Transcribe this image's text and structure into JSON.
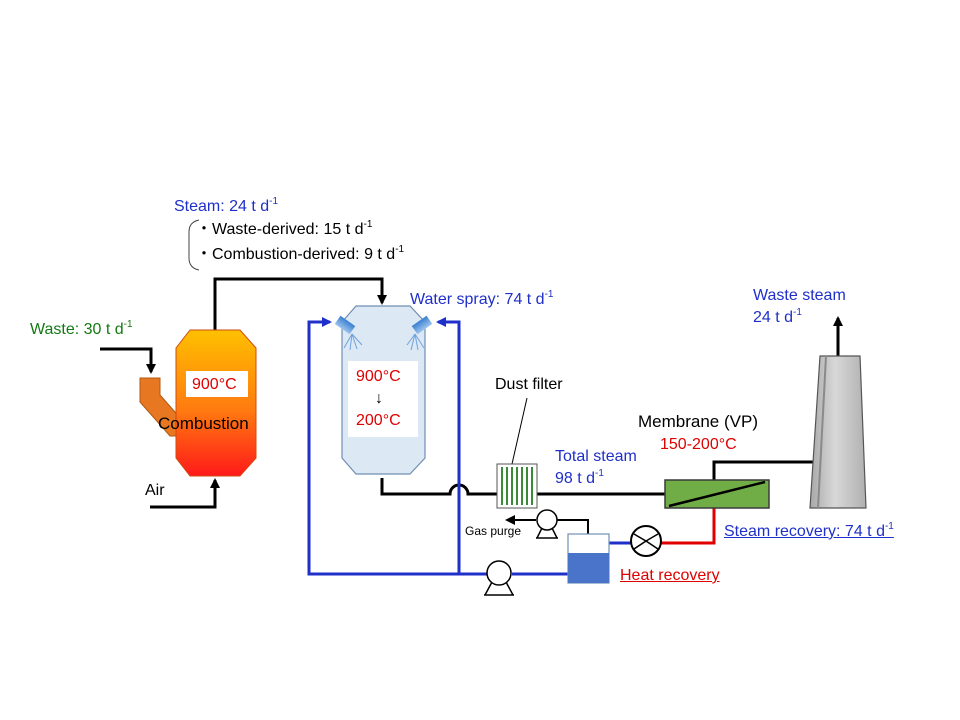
{
  "colors": {
    "steam_blue": "#1f2fc9",
    "waste_green": "#137a13",
    "heat_red": "#e00000",
    "membrane_green": "#70ad47",
    "water_blue": "#4a74c9",
    "vessel_fill": "#dde8f5",
    "stack_grey": "#c9c9c9"
  },
  "steam": {
    "label": "Steam: 24 t d",
    "waste_derived": "・Waste-derived: 15 t d",
    "combustion_derived": "・Combustion-derived: 9 t d"
  },
  "waste": {
    "label": "Waste: 30 t d"
  },
  "air": {
    "label": "Air"
  },
  "combustor": {
    "temp": "900°C",
    "label": "Combustion"
  },
  "quench": {
    "temp_in": "900°C",
    "arrow": "↓",
    "temp_out": "200°C"
  },
  "water_spray": {
    "label": "Water spray: 74 t d"
  },
  "dust_filter": {
    "label": "Dust filter"
  },
  "total_steam": {
    "line1": "Total steam",
    "line2": "98 t d"
  },
  "membrane": {
    "label": "Membrane  (VP)",
    "temp": "150-200°C"
  },
  "waste_steam": {
    "line1": "Waste steam",
    "line2": "24 t d"
  },
  "gas_purge": {
    "label": "Gas purge"
  },
  "steam_recovery": {
    "label": "Steam recovery: 74 t d"
  },
  "heat_recovery": {
    "label": "Heat recovery"
  },
  "unit_exp": "-1"
}
